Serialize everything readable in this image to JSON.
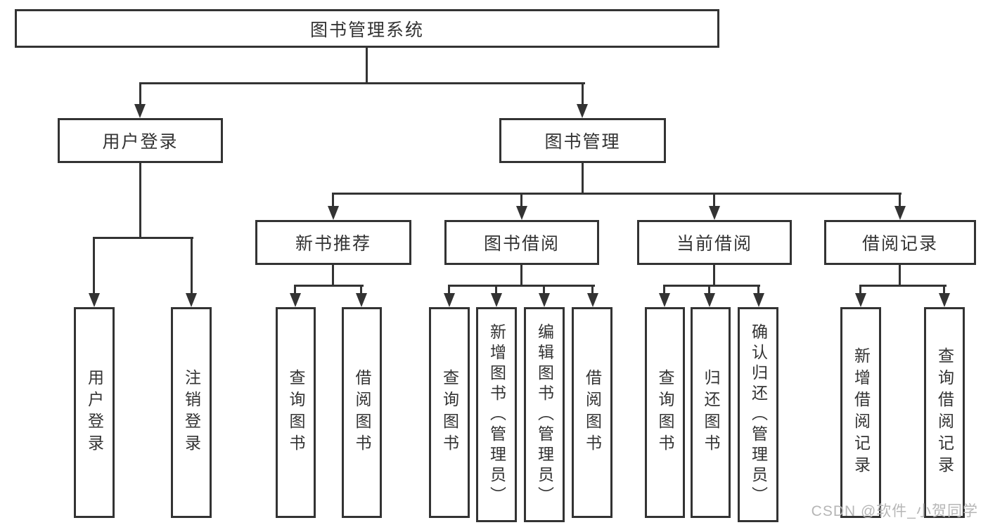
{
  "colors": {
    "line": "#333333",
    "text": "#333333",
    "background": "#ffffff",
    "watermark": "#b6b6b6"
  },
  "diagram": {
    "type": "tree-diagram",
    "root": {
      "label": "图书管理系统"
    },
    "level2": [
      {
        "label": "用户登录",
        "children": [
          {
            "label": "用户登录"
          },
          {
            "label": "注销登录"
          }
        ]
      },
      {
        "label": "图书管理",
        "children": [
          {
            "label": "新书推荐",
            "children": [
              {
                "label": "查询图书"
              },
              {
                "label": "借阅图书"
              }
            ]
          },
          {
            "label": "图书借阅",
            "children": [
              {
                "label": "查询图书"
              },
              {
                "label": "新增图书（管理员）"
              },
              {
                "label": "编辑图书（管理员）"
              },
              {
                "label": "借阅图书"
              }
            ]
          },
          {
            "label": "当前借阅",
            "children": [
              {
                "label": "查询图书"
              },
              {
                "label": "归还图书"
              },
              {
                "label": "确认归还（管理员）"
              }
            ]
          },
          {
            "label": "借阅记录",
            "children": [
              {
                "label": "新增借阅记录"
              },
              {
                "label": "查询借阅记录"
              }
            ]
          }
        ]
      }
    ]
  },
  "watermark": {
    "text": "CSDN @软件_小贺同学"
  }
}
